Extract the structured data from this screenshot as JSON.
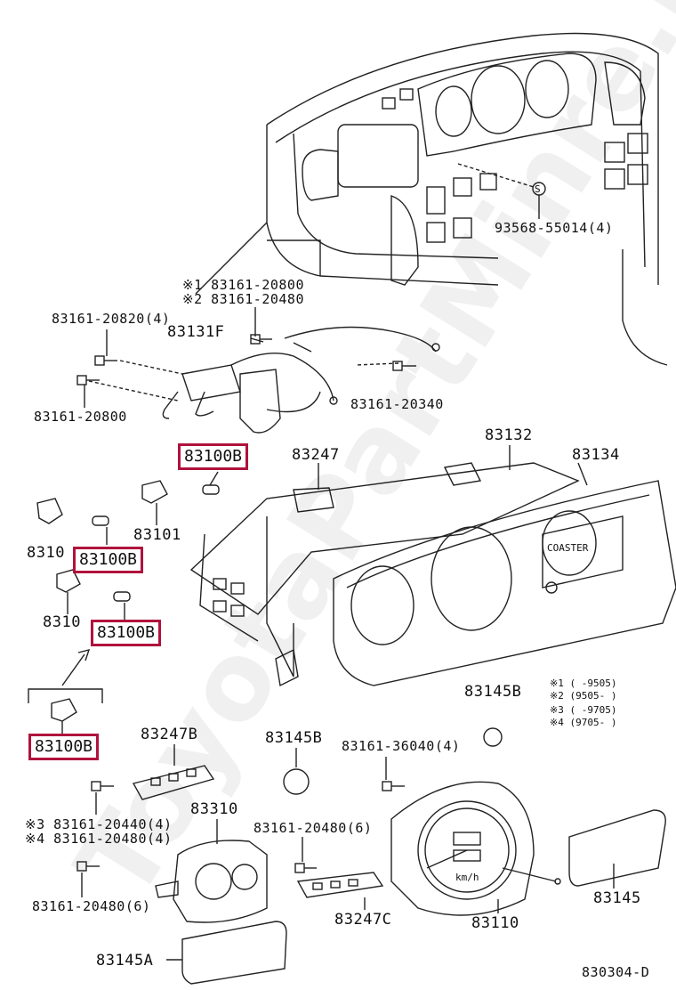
{
  "watermark": "ToyotaPartMinre.ru",
  "diagram_code": "830304-D",
  "highlight_color": "#b0123c",
  "labels": {
    "p93568": "93568-55014(4)",
    "note1": "※1 83161-20800",
    "note2": "※2 83161-20480",
    "p83161_20820": "83161-20820(4)",
    "p83131F": "83131F",
    "p83161_20340": "83161-20340",
    "p83161_20800": "83161-20800",
    "p83100B_1": "83100B",
    "p83247_top": "83247",
    "p83132": "83132",
    "p83134": "83134",
    "p83101": "83101",
    "p8310_a": "8310",
    "p83100B_2": "83100B",
    "p8310_b": "8310",
    "p83100B_3": "83100B",
    "p83145B_a": "83145B",
    "p83100B_4": "83100B",
    "p83247B": "83247B",
    "p83145B_b": "83145B",
    "p83161_36040": "83161-36040(4)",
    "note3": "※3 83161-20440(4)",
    "note4": "※4 83161-20480(4)",
    "p83310": "83310",
    "p83161_20480_6a": "83161-20480(6)",
    "p83161_20480_6b": "83161-20480(6)",
    "p83247C": "83247C",
    "p83110": "83110",
    "p83145": "83145",
    "p83145A": "83145A",
    "legend1": "※1 (      -9505)",
    "legend2": "※2 (9505-       )",
    "legend3": "※3 (      -9705)",
    "legend4": "※4 (9705-       )",
    "kmh": "km/h",
    "coaster": "COASTER",
    "screw_s": "S"
  }
}
